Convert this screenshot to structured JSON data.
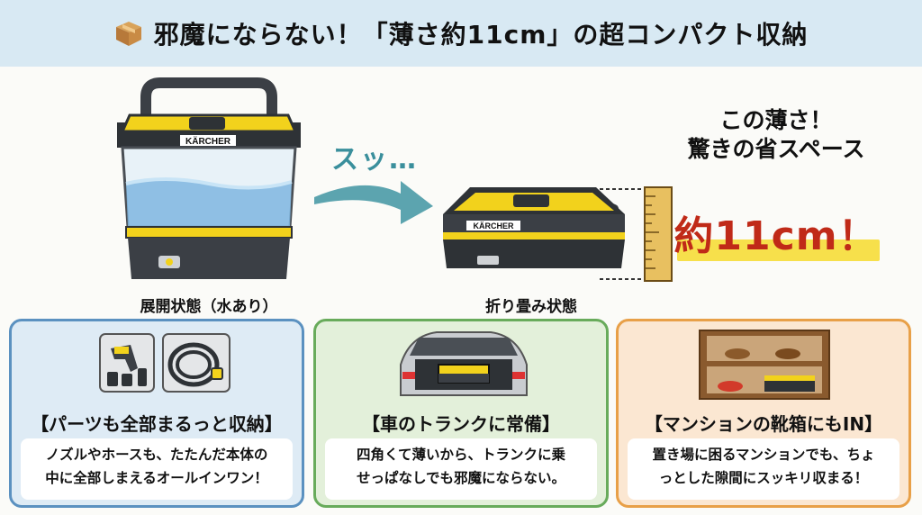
{
  "header": {
    "icon": "cardboard-box-icon",
    "title": "邪魔にならない！「薄さ約11cm」の超コンパクト収納"
  },
  "hero": {
    "brand": "KÄRCHER",
    "open_caption": "展開状態（水あり）",
    "folded_caption": "折り畳み状態",
    "swoosh_text": "スッ…",
    "promo_line1": "この薄さ！",
    "promo_line2": "驚きの省スペース",
    "promo_size": "約11cm！"
  },
  "cards": [
    {
      "title": "【パーツも全部まるっと収納】",
      "line1": "ノズルやホースも、たたんだ本体の",
      "line2": "中に全部しまえるオールインワン！",
      "color": "#5b91c0"
    },
    {
      "title": "【車のトランクに常備】",
      "line1": "四角くて薄いから、トランクに乗",
      "line2": "せっぱなしでも邪魔にならない。",
      "color": "#68ab5b"
    },
    {
      "title": "【マンションの靴箱にもIN】",
      "line1": "置き場に困るマンションでも、ちょ",
      "line2": "っとした隙間にスッキリ収まる！",
      "color": "#e8a048"
    }
  ],
  "colors": {
    "accent_yellow": "#f7d51d",
    "promo_red": "#c02a18",
    "header_bg": "#d8e9f3"
  }
}
